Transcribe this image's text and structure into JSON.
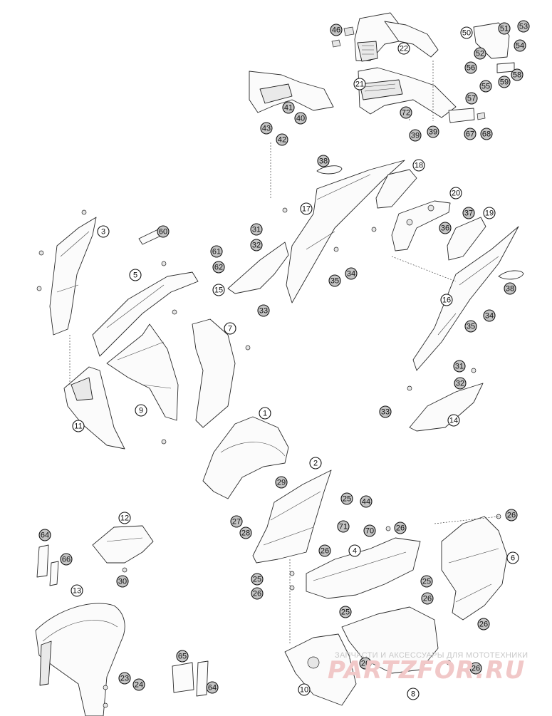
{
  "watermark": {
    "tagline": "ЗАПЧАСТИ И АКСЕССУАРЫ ДЛЯ МОТОТЕХНИКИ",
    "brand": "PARTZFOR.RU"
  },
  "callouts": [
    {
      "n": "1",
      "filled": false
    },
    {
      "n": "2",
      "filled": false
    },
    {
      "n": "3",
      "filled": false
    },
    {
      "n": "4",
      "filled": false
    },
    {
      "n": "5",
      "filled": false
    },
    {
      "n": "6",
      "filled": false
    },
    {
      "n": "7",
      "filled": false
    },
    {
      "n": "8",
      "filled": false
    },
    {
      "n": "9",
      "filled": false
    },
    {
      "n": "10",
      "filled": false
    },
    {
      "n": "11",
      "filled": false
    },
    {
      "n": "12",
      "filled": false
    },
    {
      "n": "13",
      "filled": false
    },
    {
      "n": "14",
      "filled": false
    },
    {
      "n": "15",
      "filled": false
    },
    {
      "n": "16",
      "filled": false
    },
    {
      "n": "17",
      "filled": false
    },
    {
      "n": "18",
      "filled": false
    },
    {
      "n": "19",
      "filled": false
    },
    {
      "n": "20",
      "filled": false
    },
    {
      "n": "21",
      "filled": false
    },
    {
      "n": "22",
      "filled": false
    },
    {
      "n": "23",
      "filled": true
    },
    {
      "n": "24",
      "filled": true
    },
    {
      "n": "25",
      "filled": true
    },
    {
      "n": "25",
      "filled": true
    },
    {
      "n": "25",
      "filled": true
    },
    {
      "n": "25",
      "filled": true
    },
    {
      "n": "26",
      "filled": true
    },
    {
      "n": "26",
      "filled": true
    },
    {
      "n": "26",
      "filled": true
    },
    {
      "n": "26",
      "filled": true
    },
    {
      "n": "26",
      "filled": true
    },
    {
      "n": "26",
      "filled": true
    },
    {
      "n": "26",
      "filled": true
    },
    {
      "n": "26",
      "filled": true
    },
    {
      "n": "27",
      "filled": true
    },
    {
      "n": "28",
      "filled": true
    },
    {
      "n": "29",
      "filled": true
    },
    {
      "n": "30",
      "filled": true
    },
    {
      "n": "31",
      "filled": true
    },
    {
      "n": "31",
      "filled": true
    },
    {
      "n": "32",
      "filled": true
    },
    {
      "n": "32",
      "filled": true
    },
    {
      "n": "33",
      "filled": true
    },
    {
      "n": "33",
      "filled": true
    },
    {
      "n": "34",
      "filled": true
    },
    {
      "n": "34",
      "filled": true
    },
    {
      "n": "35",
      "filled": true
    },
    {
      "n": "35",
      "filled": true
    },
    {
      "n": "36",
      "filled": true
    },
    {
      "n": "37",
      "filled": true
    },
    {
      "n": "38",
      "filled": true
    },
    {
      "n": "38",
      "filled": true
    },
    {
      "n": "39",
      "filled": true
    },
    {
      "n": "39",
      "filled": true
    },
    {
      "n": "40",
      "filled": true
    },
    {
      "n": "41",
      "filled": true
    },
    {
      "n": "42",
      "filled": true
    },
    {
      "n": "43",
      "filled": true
    },
    {
      "n": "44",
      "filled": true
    },
    {
      "n": "46",
      "filled": true
    },
    {
      "n": "50",
      "filled": false
    },
    {
      "n": "51",
      "filled": true
    },
    {
      "n": "52",
      "filled": true
    },
    {
      "n": "53",
      "filled": true
    },
    {
      "n": "54",
      "filled": true
    },
    {
      "n": "55",
      "filled": true
    },
    {
      "n": "56",
      "filled": true
    },
    {
      "n": "57",
      "filled": true
    },
    {
      "n": "58",
      "filled": true
    },
    {
      "n": "59",
      "filled": true
    },
    {
      "n": "60",
      "filled": true
    },
    {
      "n": "61",
      "filled": true
    },
    {
      "n": "62",
      "filled": true
    },
    {
      "n": "64",
      "filled": true
    },
    {
      "n": "64",
      "filled": true
    },
    {
      "n": "65",
      "filled": true
    },
    {
      "n": "66",
      "filled": true
    },
    {
      "n": "67",
      "filled": true
    },
    {
      "n": "68",
      "filled": true
    },
    {
      "n": "70",
      "filled": true
    },
    {
      "n": "71",
      "filled": true
    },
    {
      "n": "72",
      "filled": true
    }
  ]
}
